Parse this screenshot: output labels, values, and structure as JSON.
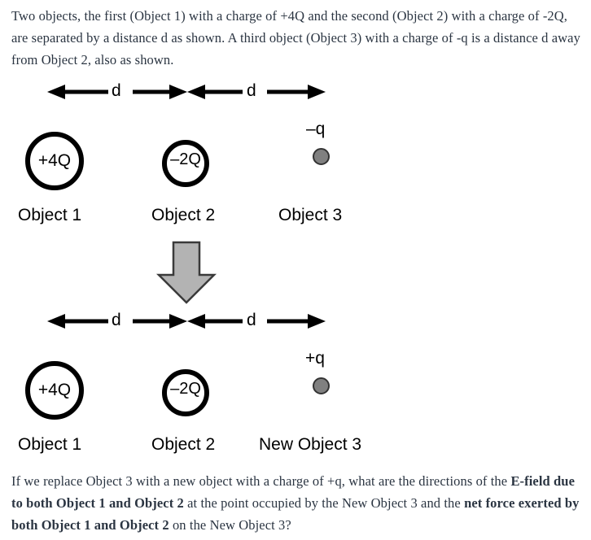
{
  "intro": {
    "text": "Two objects, the first (Object 1) with a charge of +4Q and the second (Object 2) with a charge of -2Q, are separated by a distance d as shown. A third object (Object 3) with a charge of -q is a distance d away from Object 2, also as shown."
  },
  "question": {
    "part1": "If we replace Object 3 with a new object with a charge of +q, what are the directions of the ",
    "bold1": "E-field due to both Object 1 and Object 2",
    "part2": " at the point occupied by the New Object 3 and the ",
    "bold2": "net force exerted by both Object 1 and Object 2",
    "part3": " on the New Object 3?"
  },
  "diagram": {
    "distance_label_left": "d",
    "distance_label_right": "d",
    "top_panel": {
      "object1": {
        "charge": "+4Q",
        "caption": "Object 1"
      },
      "object2": {
        "charge": "–2Q",
        "caption": "Object 2"
      },
      "object3": {
        "charge": "–q",
        "caption": "Object 3"
      }
    },
    "bottom_panel": {
      "object1": {
        "charge": "+4Q",
        "caption": "Object 1"
      },
      "object2": {
        "charge": "–2Q",
        "caption": "Object 2"
      },
      "object3": {
        "charge": "+q",
        "caption": "New Object 3"
      }
    }
  },
  "colors": {
    "text": "#2b3542",
    "stroke": "#000000",
    "dot_fill": "#808080",
    "dot_stroke": "#333333",
    "block_arrow_fill": "#b3b3b3",
    "block_arrow_stroke": "#3a3a3a"
  }
}
